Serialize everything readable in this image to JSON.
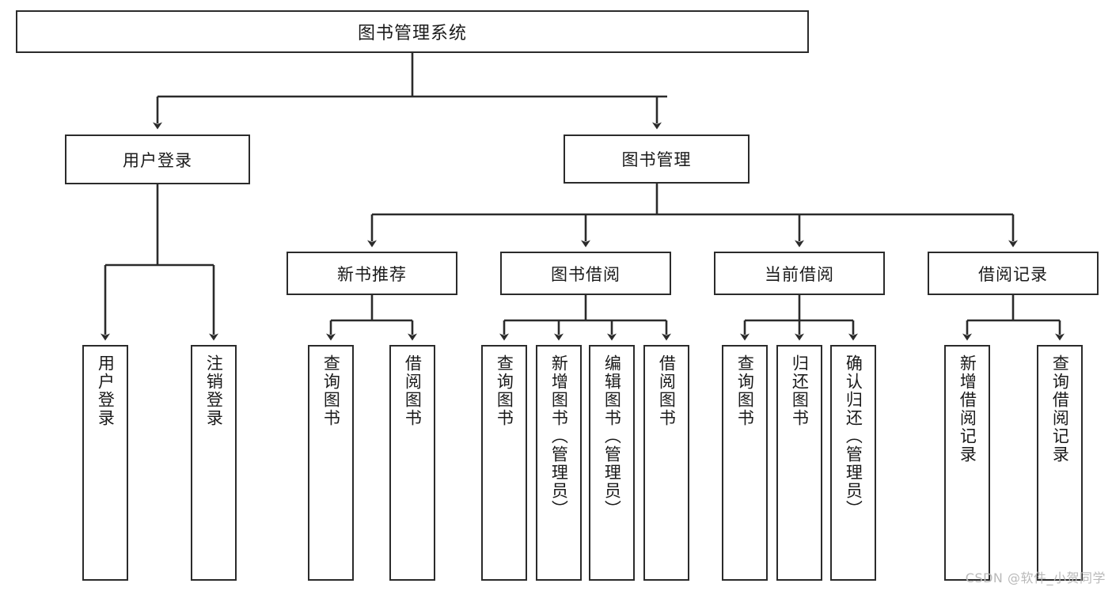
{
  "diagram": {
    "type": "hierarchy-tree",
    "title": "图书管理系统",
    "watermark": "CSDN @软件_小贺同学",
    "levels": 4,
    "root": {
      "label": "图书管理系统"
    },
    "level2": [
      {
        "label": "用户登录"
      },
      {
        "label": "图书管理"
      }
    ],
    "level3": [
      {
        "label": "新书推荐",
        "parent": "图书管理"
      },
      {
        "label": "图书借阅",
        "parent": "图书管理"
      },
      {
        "label": "当前借阅",
        "parent": "图书管理"
      },
      {
        "label": "借阅记录",
        "parent": "图书管理"
      }
    ],
    "leaves": {
      "user_login": [
        {
          "label": "用户登录"
        },
        {
          "label": "注销登录"
        }
      ],
      "new_book": [
        {
          "label": "查询图书"
        },
        {
          "label": "借阅图书"
        }
      ],
      "borrow": [
        {
          "label": "查询图书"
        },
        {
          "label": "新增图书（管理员）"
        },
        {
          "label": "编辑图书（管理员）"
        },
        {
          "label": "借阅图书"
        }
      ],
      "current": [
        {
          "label": "查询图书"
        },
        {
          "label": "归还图书"
        },
        {
          "label": "确认归还（管理员）"
        }
      ],
      "record": [
        {
          "label": "新增借阅记录"
        },
        {
          "label": "查询借阅记录"
        }
      ]
    },
    "colors": {
      "stroke": "#2b2b2b",
      "fill": "#ffffff",
      "text": "#1a1a1a",
      "watermark": "#b9b9b9"
    }
  }
}
